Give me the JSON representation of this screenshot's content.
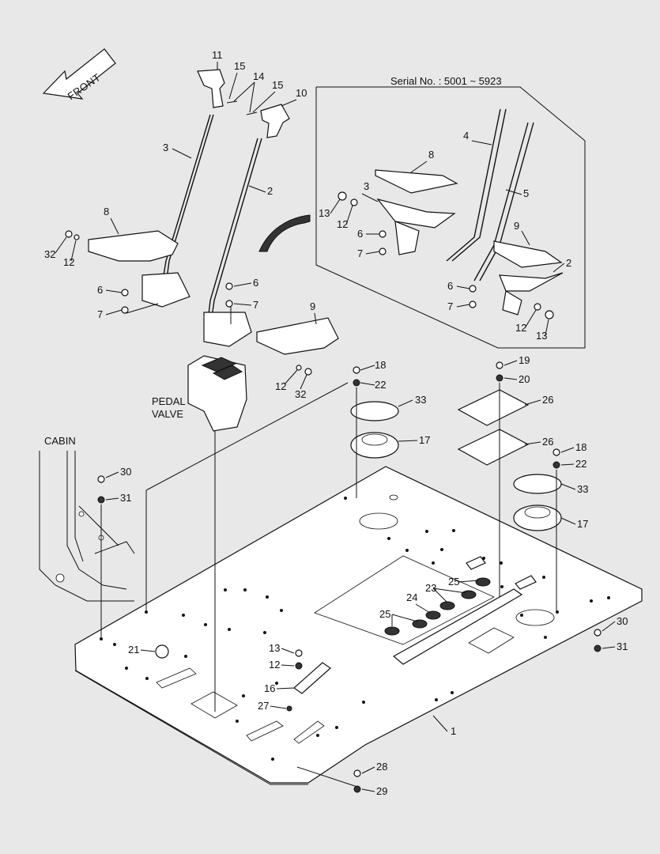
{
  "diagram": {
    "front_label": "FRONT",
    "serial_label": "Serial No. : 5001 ~ 5923",
    "pedal_valve_label": [
      "PEDAL",
      "VALVE"
    ],
    "cabin_label": "CABIN",
    "callouts": {
      "c11": "11",
      "c15a": "15",
      "c14": "14",
      "c15b": "15",
      "c10": "10",
      "c3": "3",
      "c2": "2",
      "c8": "8",
      "c32a": "32",
      "c12a": "12",
      "c6a": "6",
      "c7a": "7",
      "c6b": "6",
      "c7b": "7",
      "c9": "9",
      "c12b": "12",
      "c32b": "32",
      "i8": "8",
      "i4": "4",
      "i3": "3",
      "i5": "5",
      "i13a": "13",
      "i12a": "12",
      "i6a": "6",
      "i7a": "7",
      "i9": "9",
      "i2": "2",
      "i6b": "6",
      "i7b": "7",
      "i12b": "12",
      "i13b": "13",
      "c18a": "18",
      "c22a": "22",
      "c33a": "33",
      "c17a": "17",
      "c19": "19",
      "c20": "20",
      "c26a": "26",
      "c26b": "26",
      "c18b": "18",
      "c22b": "22",
      "c33b": "33",
      "c17b": "17",
      "c30a": "30",
      "c31a": "31",
      "c21": "21",
      "c13": "13",
      "c12c": "12",
      "c16": "16",
      "c27": "27",
      "c1": "1",
      "c28": "28",
      "c29": "29",
      "c25a": "25",
      "c23": "23",
      "c24": "24",
      "c25b": "25",
      "c30b": "30",
      "c31b": "31"
    }
  }
}
